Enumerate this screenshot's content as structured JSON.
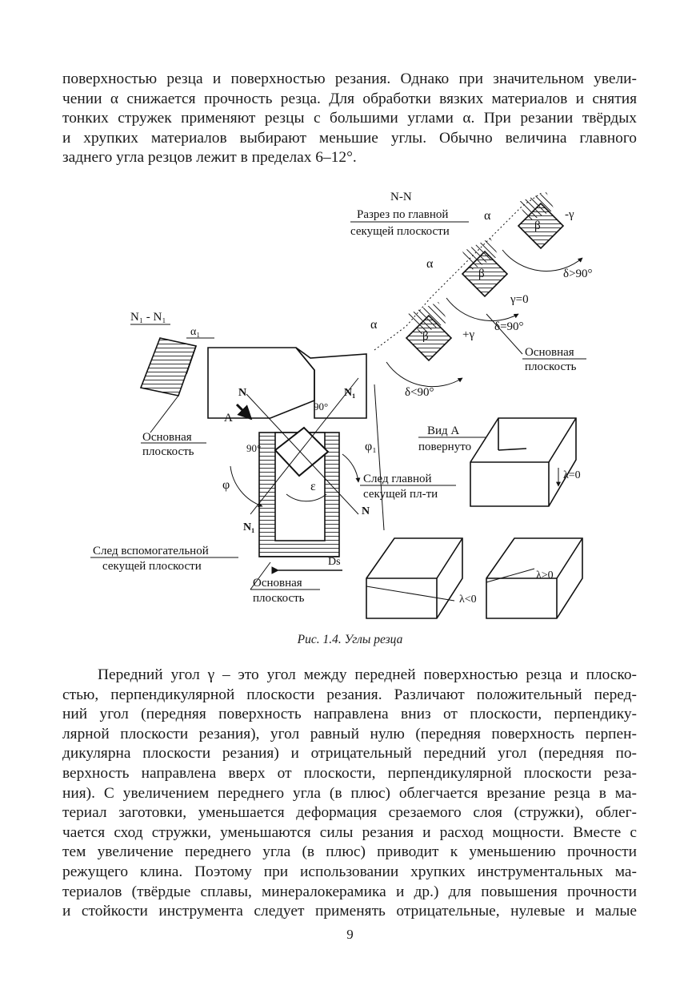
{
  "paragraph_top": [
    "поверхностью резца и поверхностью резания. Однако при значительном увели-",
    "чении α снижается прочность резца. Для обработки вязких материалов и снятия",
    "тонких стружек применяют резцы с большими углами α. При резании твёрдых",
    "и хрупких материалов выбирают меньшие углы. Обычно величина главного",
    "заднего угла резцов лежит в пределах 6–12°."
  ],
  "figure": {
    "section_nn_title": "N-N",
    "section_nn_line1": "Разрез по главной",
    "section_nn_line2": "секущей плоскости",
    "section_n1n1_title": "N₁ - N₁",
    "alpha1": "α₁",
    "alpha": "α",
    "beta": "β",
    "gamma_neg": "-γ",
    "gamma_pos": "+γ",
    "gamma_zero": "γ=0",
    "delta_gt": "δ>90°",
    "delta_eq": "δ=90°",
    "delta_lt": "δ<90°",
    "main_plane_l1": "Основная",
    "main_plane_l2": "плоскость",
    "view_a_l1": "Вид А",
    "view_a_l2": "повернуто",
    "lambda_zero": "λ=0",
    "lambda_neg": "λ<0",
    "lambda_pos": "λ>0",
    "main_trace_l1": "След главной",
    "main_trace_l2": "секущей пл-ти",
    "aux_trace_l1": "След вспомогательной",
    "aux_trace_l2": "секущей плоскости",
    "ds": "Ds",
    "label_a": "A",
    "label_n": "N",
    "label_n1": "N₁",
    "deg90": "90°",
    "phi": "φ",
    "phi1": "φ₁",
    "epsilon": "ε"
  },
  "caption": "Рис. 1.4. Углы резца",
  "paragraph_bottom": [
    "Передний угол γ – это угол между передней поверхностью резца и плоско-",
    "стью, перпендикулярной плоскости резания. Различают положительный перед-",
    "ний угол (передняя поверхность направлена вниз от плоскости, перпендику-",
    "лярной плоскости резания), угол равный нулю (передняя поверхность перпен-",
    "дикулярна плоскости резания) и отрицательный передний угол (передняя по-",
    "верхность направлена вверх от плоскости, перпендикулярной плоскости реза-",
    "ния). С увеличением переднего угла (в плюс) облегчается врезание резца в ма-",
    "териал заготовки, уменьшается деформация срезаемого слоя (стружки), облег-",
    "чается сход стружки, уменьшаются силы резания и расход мощности. Вместе с",
    "тем увеличение переднего угла (в плюс) приводит к уменьшению прочности",
    "режущего клина. Поэтому при использовании хрупких инструментальных ма-",
    "териалов (твёрдые сплавы, минералокерамика и др.) для повышения прочности",
    "и стойкости инструмента следует применять отрицательные, нулевые и малые"
  ],
  "page_number": "9"
}
